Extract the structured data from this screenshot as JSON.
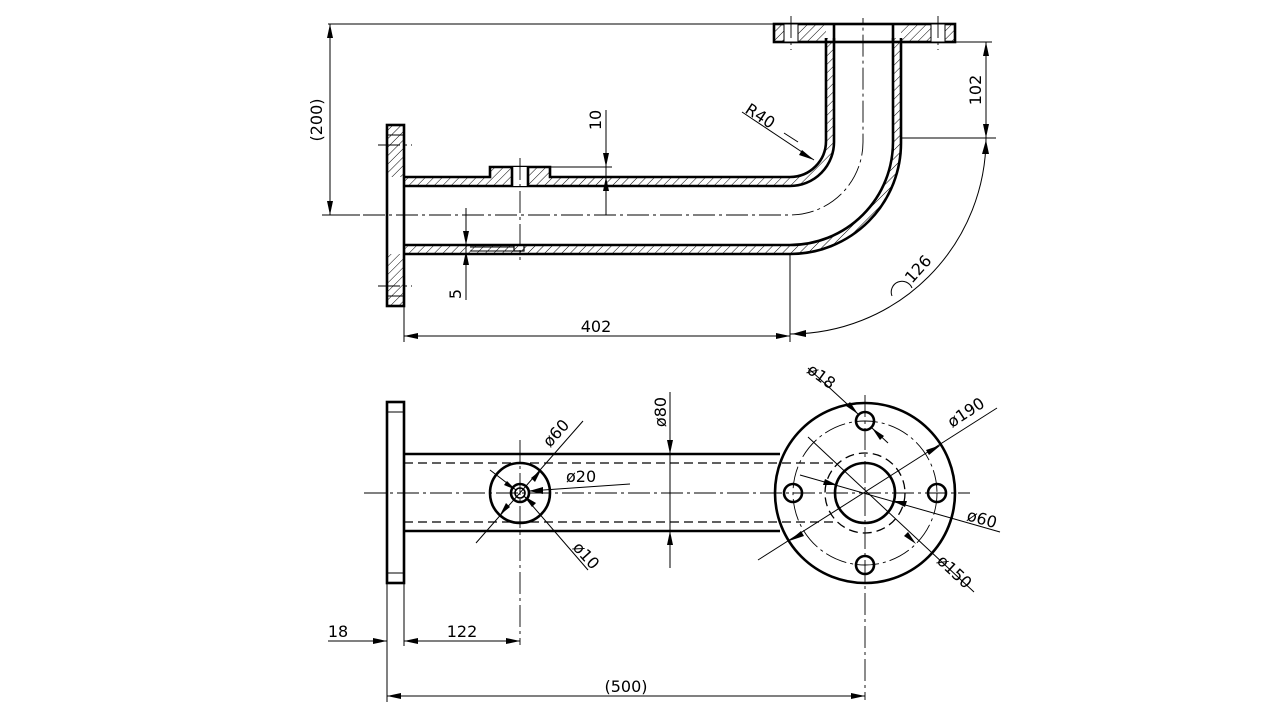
{
  "dimensions": {
    "overall_height": "(200)",
    "flange_to_tap": "10",
    "bend_radius": "R40",
    "upper_offset": "102",
    "wall_thickness": "5",
    "straight_length": "402",
    "arc_length": "126",
    "bolt_hole_dia": "ø18",
    "pcd_outer": "ø190",
    "pipe_dia": "ø80",
    "boss_dia": "ø60",
    "tap_outer_dia": "ø20",
    "tap_inner_dia": "ø10",
    "bore_dia": "ø60",
    "pcd_bolts": "ø150",
    "flange_thickness": "18",
    "tap_position": "122",
    "overall_length": "(500)"
  }
}
